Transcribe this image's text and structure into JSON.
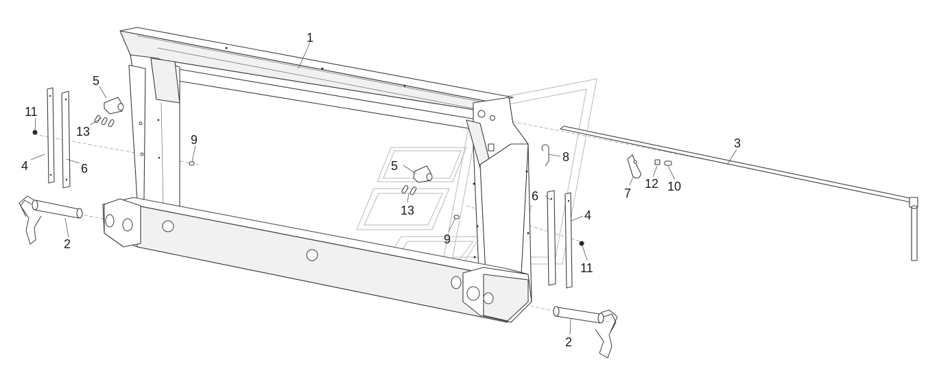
{
  "callouts": {
    "c1": "1",
    "c2a": "2",
    "c2b": "2",
    "c3": "3",
    "c4a": "4",
    "c4b": "4",
    "c5a": "5",
    "c5b": "5",
    "c6a": "6",
    "c6b": "6",
    "c7": "7",
    "c8": "8",
    "c9a": "9",
    "c9b": "9",
    "c10": "10",
    "c11a": "11",
    "c11b": "11",
    "c12": "12",
    "c13a": "13",
    "c13b": "13"
  }
}
